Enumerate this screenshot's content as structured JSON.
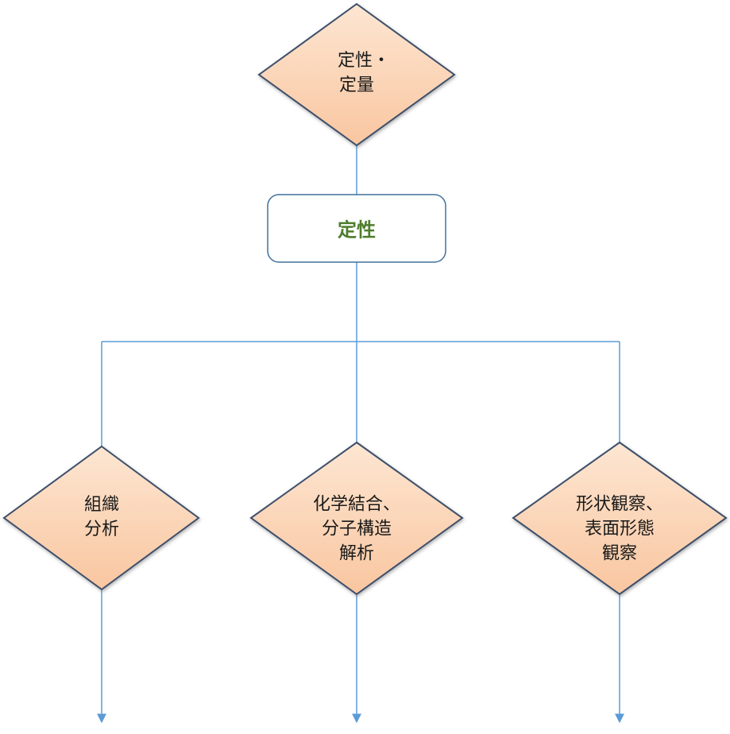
{
  "colors": {
    "diamond_fill_light": "#fde3cc",
    "diamond_fill_dark": "#f8c39b",
    "diamond_outline": "#3d4f6b",
    "connector": "#5b9bd5",
    "box_border": "#41719c",
    "box_text": "#4e7d2d"
  },
  "top_node": {
    "lines": [
      "定性・",
      "定量"
    ]
  },
  "middle_box": {
    "label": "定性"
  },
  "branches": [
    {
      "id": "tissue",
      "lines": [
        "組織",
        "分析"
      ]
    },
    {
      "id": "chemical",
      "lines": [
        "化学結合、",
        "分子構造",
        "解析"
      ]
    },
    {
      "id": "shape",
      "lines": [
        "形状観察、",
        "表面形態",
        "観察"
      ]
    }
  ]
}
